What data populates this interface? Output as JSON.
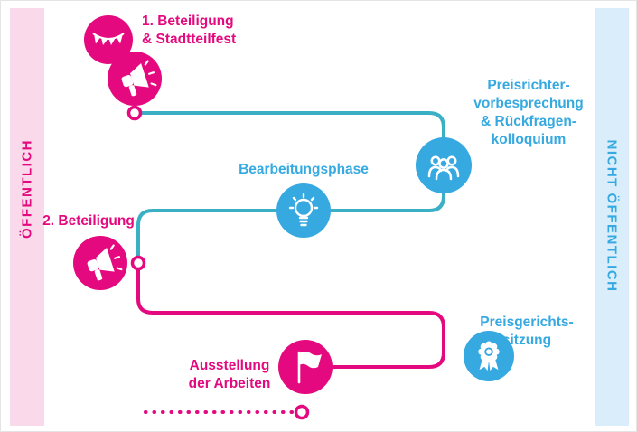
{
  "colors": {
    "pink": "#e4097e",
    "blue": "#36a9e1",
    "teal_line": "#3bafc4",
    "pink_band_bg": "#f9d9ea",
    "blue_band_bg": "#d9eefa"
  },
  "bands": {
    "left": {
      "label": "ÖFFENTLICH"
    },
    "right": {
      "label": "NICHT ÖFFENTLICH"
    }
  },
  "steps": [
    {
      "id": "beteiligung-1",
      "label": "1. Beteiligung\n& Stadtteilfest",
      "color": "pink",
      "icons": [
        "garland-icon",
        "megaphone-icon"
      ]
    },
    {
      "id": "preisrichtervorbesprechung",
      "label": "Preisrichter-\nvorbesprechung\n& Rückfragen-\nkolloquium",
      "color": "blue",
      "icons": [
        "jury-people-icon"
      ]
    },
    {
      "id": "bearbeitungsphase",
      "label": "Bearbeitungsphase",
      "color": "blue",
      "icons": [
        "lightbulb-icon"
      ]
    },
    {
      "id": "beteiligung-2",
      "label": "2. Beteiligung",
      "color": "pink",
      "icons": [
        "megaphone-icon"
      ]
    },
    {
      "id": "preisgerichtssitzung",
      "label": "Preisgerichts-\nsitzung",
      "color": "blue",
      "icons": [
        "award-icon"
      ]
    },
    {
      "id": "ausstellung",
      "label": "Ausstellung\nder Arbeiten",
      "color": "pink",
      "icons": [
        "flag-icon"
      ]
    }
  ]
}
